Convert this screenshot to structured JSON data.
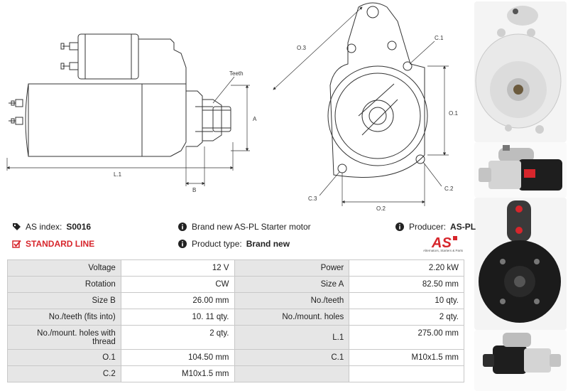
{
  "drawing": {
    "labels": {
      "teeth": "Teeth",
      "a": "A",
      "b": "B",
      "l1": "L.1",
      "o3": "O.3",
      "c1": "C.1",
      "o1": "O.1",
      "c3": "C.3",
      "c2": "C.2",
      "o2": "O.2"
    }
  },
  "header": {
    "index_label": "AS index:",
    "index_value": "S0016",
    "line_label": "STANDARD LINE",
    "brand_text": "Brand new AS-PL Starter motor",
    "type_label": "Product type:",
    "type_value": "Brand new",
    "producer_label": "Producer:",
    "producer_value": "AS-PL"
  },
  "logo": {
    "text": "AS",
    "tagline": "Alternators, Starters & Parts",
    "color": "#d7262c"
  },
  "specs": [
    [
      "Voltage",
      "12 V",
      "Power",
      "2.20 kW"
    ],
    [
      "Rotation",
      "CW",
      "Size A",
      "82.50 mm"
    ],
    [
      "Size B",
      "26.00 mm",
      "No./teeth",
      "10 qty."
    ],
    [
      "No./teeth (fits into)",
      "10. 11 qty.",
      "No./mount. holes",
      "2 qty."
    ],
    [
      "No./mount. holes with thread",
      "2 qty.",
      "L.1",
      "275.00 mm"
    ],
    [
      "O.1",
      "104.50 mm",
      "C.1",
      "M10x1.5 mm"
    ],
    [
      "C.2",
      "M10x1.5 mm",
      "",
      ""
    ]
  ]
}
